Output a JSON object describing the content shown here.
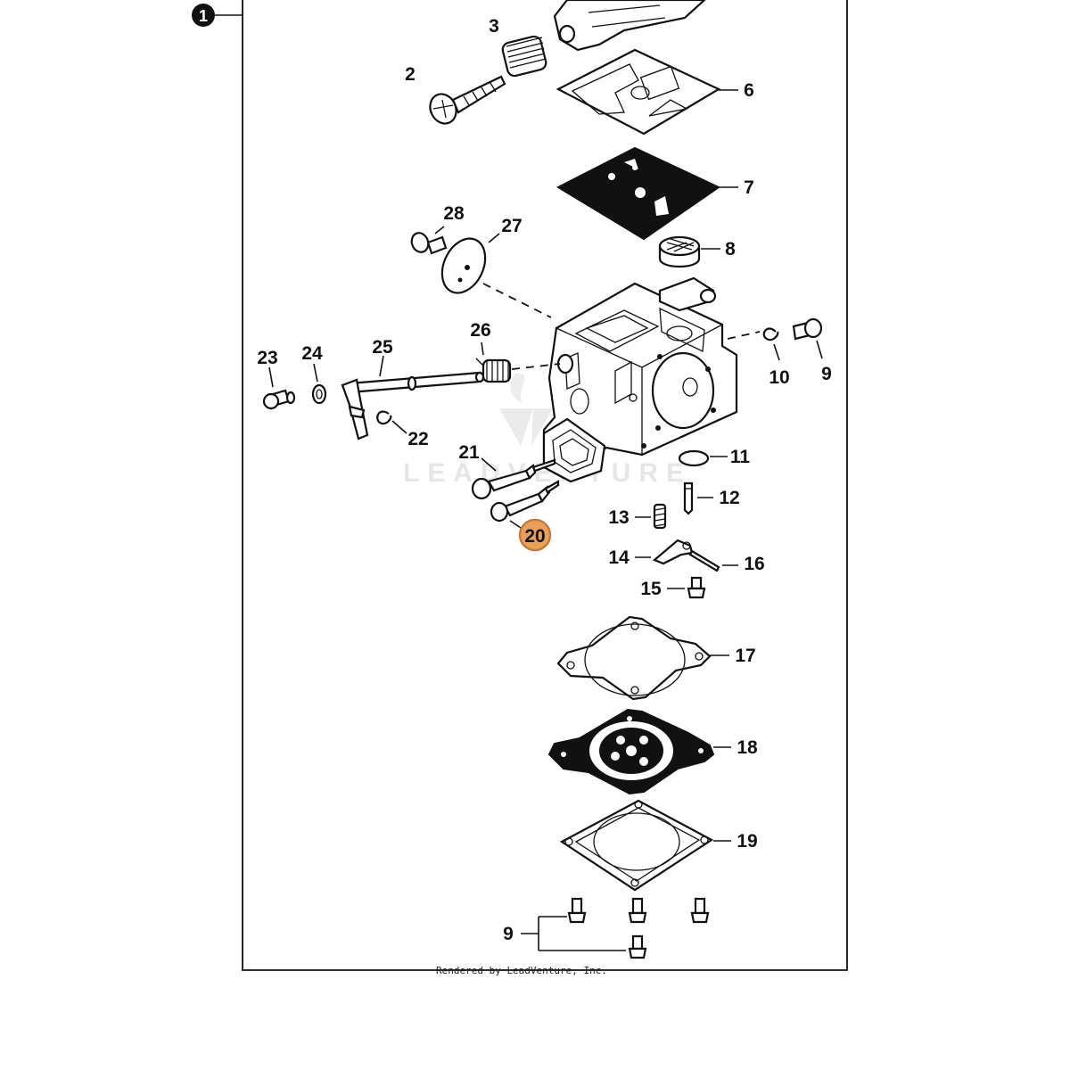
{
  "diagram": {
    "assembly_badge": "1",
    "highlight_color": "#e8a15c",
    "callouts": {
      "c2": "2",
      "c3": "3",
      "c6": "6",
      "c7": "7",
      "c8": "8",
      "c9a": "9",
      "c9b": "9",
      "c10": "10",
      "c11": "11",
      "c12": "12",
      "c13": "13",
      "c14": "14",
      "c15": "15",
      "c16": "16",
      "c17": "17",
      "c18": "18",
      "c19": "19",
      "c20": "20",
      "c21": "21",
      "c22": "22",
      "c23": "23",
      "c24": "24",
      "c25": "25",
      "c26": "26",
      "c27": "27",
      "c28": "28"
    },
    "watermark": "LEADVENTURE",
    "footer": "Rendered by LeadVenture, Inc."
  }
}
